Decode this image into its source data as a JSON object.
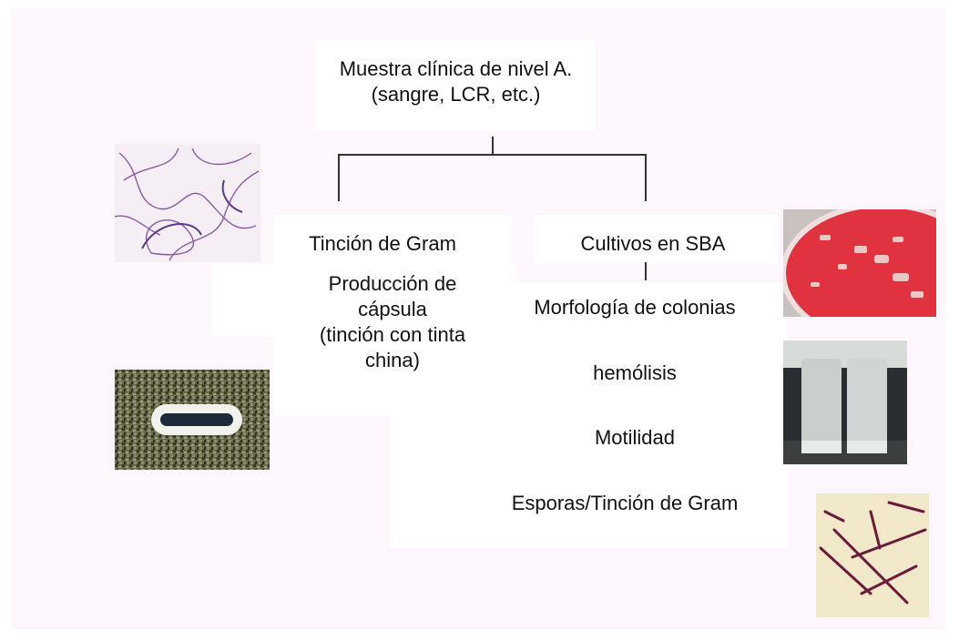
{
  "diagram": {
    "root": {
      "line1": "Muestra clínica de nivel A.",
      "line2": "(sangre, LCR, etc.)"
    },
    "left_branch": {
      "title": "Tinción de Gram",
      "sub_line1": "Producción de",
      "sub_line2": "cápsula",
      "sub_line3": "(tinción con tinta",
      "sub_line4": "china)"
    },
    "right_branch": {
      "title": "Cultivos en SBA",
      "items": [
        "Morfología de colonias",
        "hemólisis",
        "Motilidad",
        "Esporas/Tinción de Gram"
      ]
    }
  },
  "images": {
    "top_left": "micrograph-long-chains",
    "bottom_left": "micrograph-capsule",
    "top_right": "blood-agar-plate",
    "mid_right": "motility-tubes",
    "bottom_right": "micrograph-spores-gram"
  },
  "colors": {
    "background": "#fdf6fd",
    "box": "#ffffff",
    "connector": "#333333",
    "agar": "#e0323f"
  }
}
